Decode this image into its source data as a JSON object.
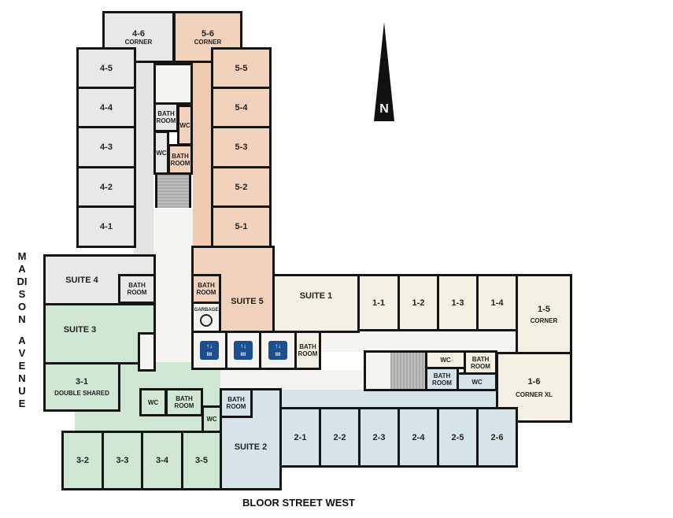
{
  "rooms": {
    "r4_6": {
      "label": "4-6",
      "sub": "CORNER"
    },
    "r5_6": {
      "label": "5-6",
      "sub": "CORNER"
    },
    "r4_5": "4-5",
    "r4_4": "4-4",
    "r4_3": "4-3",
    "r4_2": "4-2",
    "r4_1": "4-1",
    "r5_5": "5-5",
    "r5_4": "5-4",
    "r5_3": "5-3",
    "r5_2": "5-2",
    "r5_1": "5-1",
    "suite4": "SUITE 4",
    "suite5": "SUITE 5",
    "suite3": "SUITE 3",
    "suite1": "SUITE 1",
    "suite2": "SUITE 2",
    "r3_1": {
      "label": "3-1",
      "sub": "DOUBLE SHARED"
    },
    "r3_2": "3-2",
    "r3_3": "3-3",
    "r3_4": "3-4",
    "r3_5": "3-5",
    "r1_1": "1-1",
    "r1_2": "1-2",
    "r1_3": "1-3",
    "r1_4": "1-4",
    "r1_5": {
      "label": "1-5",
      "sub": "CORNER"
    },
    "r1_6": {
      "label": "1-6",
      "sub": "CORNER XL"
    },
    "r2_1": "2-1",
    "r2_2": "2-2",
    "r2_3": "2-3",
    "r2_4": "2-4",
    "r2_5": "2-5",
    "r2_6": "2-6",
    "bath_l1": "BATH",
    "bath_l2": "ROOM",
    "wc": "WC",
    "garbage": "GARBAGE"
  },
  "elevator_icon": {
    "arrows": "↑↓",
    "people": "ııı"
  },
  "streets": {
    "west_1": "MADISON",
    "west_2": "AVENUE",
    "south": "BLOOR STREET WEST"
  },
  "compass": {
    "label": "N"
  },
  "colors": {
    "suite4": "#e8e8e8",
    "suite5": "#f3d2bd",
    "suite1": "#f4f0e4",
    "suite3": "#d0e7d3",
    "suite2": "#d6e4ea",
    "walls": "#151515"
  }
}
